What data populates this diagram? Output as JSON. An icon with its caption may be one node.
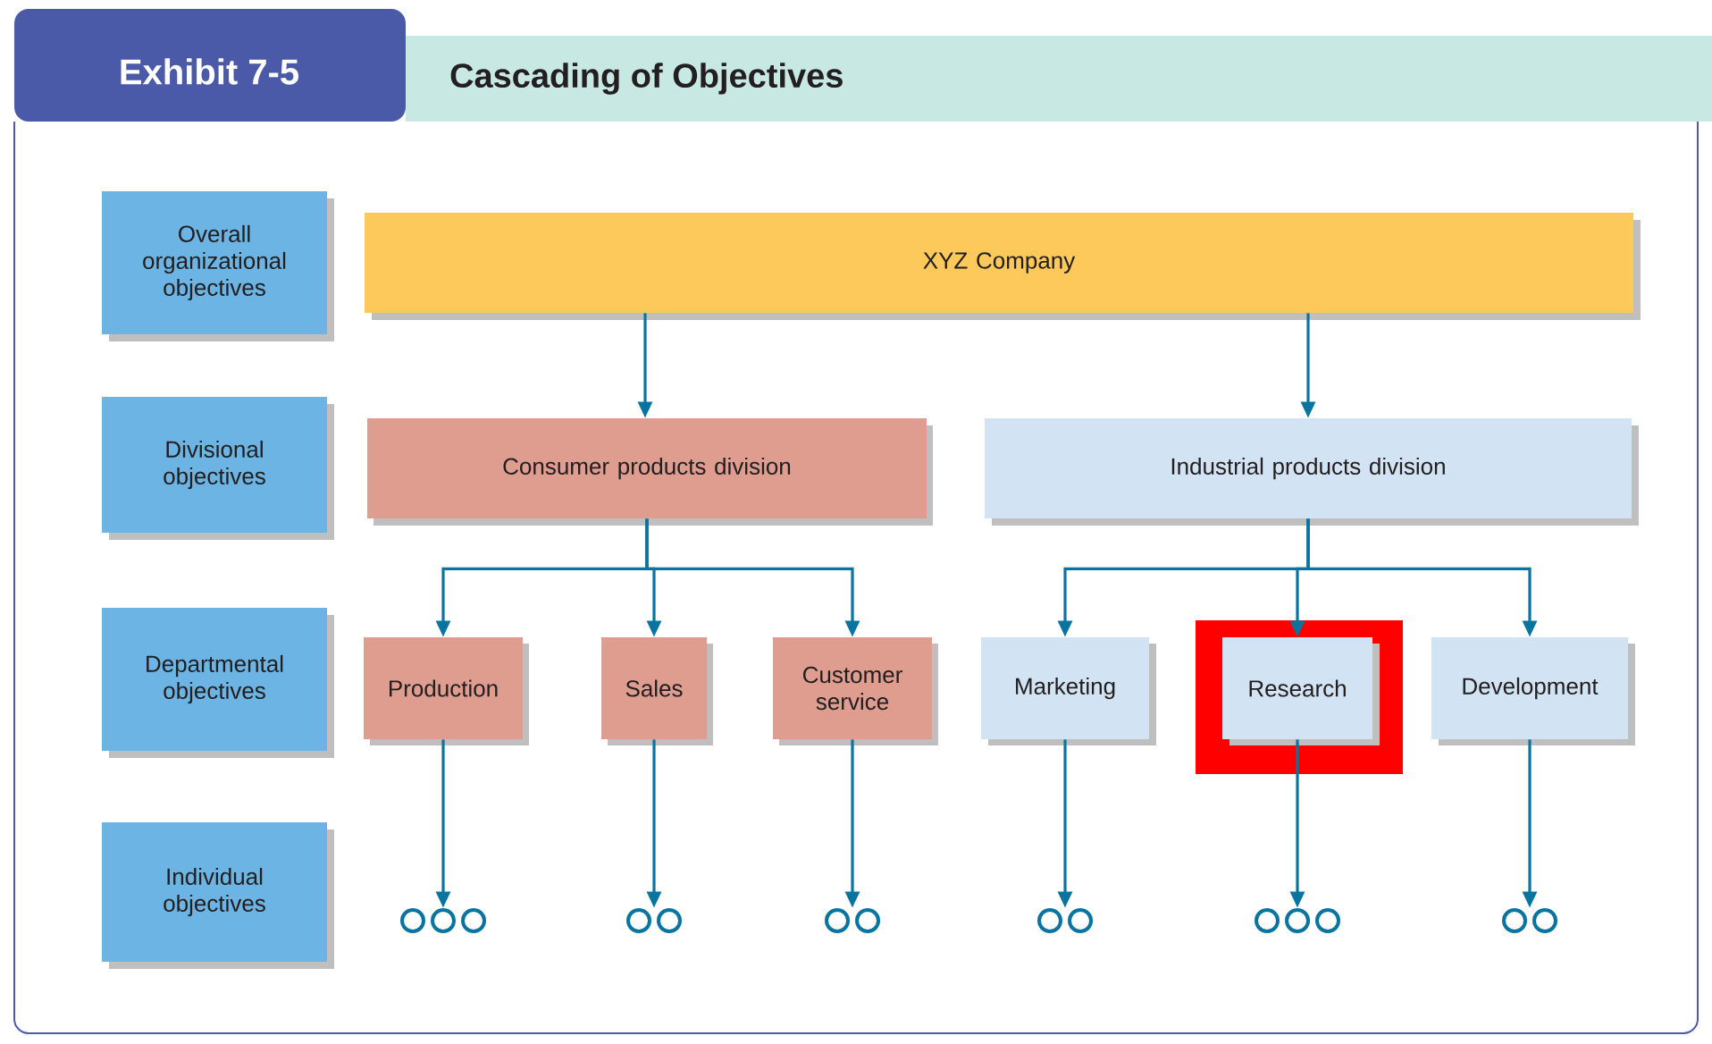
{
  "diagram": {
    "title": "Cascading of Objectives",
    "nodes": [
      {
        "text": [
          "Overall organizational objectives"
        ]
      },
      {
        "text": [
          "Divisional objectives"
        ]
      },
      {
        "text": [
          "Departmental objectives"
        ]
      },
      {
        "text": [
          "Individual objectives"
        ]
      },
      {
        "text": [
          "XYZ Company"
        ]
      },
      {
        "text": [
          "Consumer products division"
        ]
      },
      {
        "text": [
          "Industrial products division"
        ]
      },
      {
        "text": [
          "Production"
        ]
      },
      {
        "text": [
          "Sales"
        ]
      },
      {
        "text": [
          "Customer service"
        ]
      },
      {
        "text": [
          "Marketing"
        ]
      },
      {
        "text": [],
        "shape": "box"
      },
      {
        "text": [
          "Research"
        ],
        "in": 11
      },
      {
        "text": [
          "Development"
        ]
      },
      {
        "text": [],
        "shape": "circle"
      },
      {
        "text": [],
        "shape": "circle"
      },
      {
        "text": [],
        "shape": "circle"
      },
      {
        "text": [],
        "shape": "circle"
      },
      {
        "text": [],
        "shape": "circle"
      },
      {
        "text": [],
        "shape": "circle"
      }
    ],
    "edges": [
      {
        "from": 4,
        "to": 5,
        "arrow": "to"
      },
      {
        "from": 4,
        "to": 6,
        "arrow": "to"
      },
      {
        "from": 5,
        "to": 7,
        "arrow": "to"
      },
      {
        "from": 5,
        "to": 8,
        "arrow": "to"
      },
      {
        "from": 5,
        "to": 9,
        "arrow": "to"
      },
      {
        "from": 6,
        "to": 10,
        "arrow": "to"
      },
      {
        "from": 6,
        "to": 12,
        "arrow": "to"
      },
      {
        "from": 6,
        "to": 13,
        "arrow": "to"
      },
      {
        "from": 7,
        "to": 14,
        "arrow": "to"
      },
      {
        "from": 8,
        "to": 15,
        "arrow": "to"
      },
      {
        "from": 9,
        "to": 16,
        "arrow": "to"
      },
      {
        "from": 10,
        "to": 17,
        "arrow": "to"
      },
      {
        "from": 12,
        "to": 18,
        "arrow": "to"
      },
      {
        "from": 13,
        "to": 19,
        "arrow": "to"
      }
    ],
    "labels": [
      "Exhibit 7-5"
    ]
  }
}
